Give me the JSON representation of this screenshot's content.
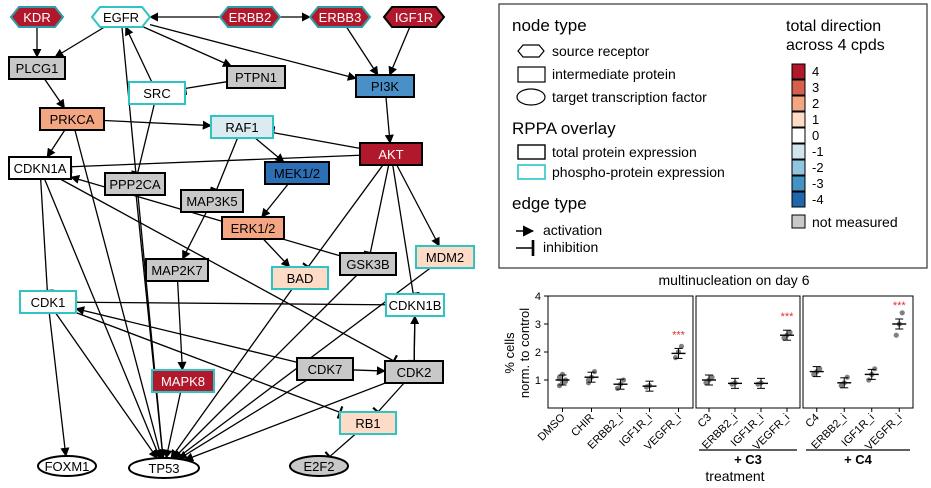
{
  "network": {
    "nodes": [
      {
        "id": "KDR",
        "label": "KDR",
        "shape": "hex",
        "fill": "#b2182b",
        "text": "#ffffff",
        "border": "#2b9ea8"
      },
      {
        "id": "EGFR",
        "label": "EGFR",
        "shape": "hex",
        "fill": "#ffffff",
        "text": "#000000",
        "border": "#2ec4c4"
      },
      {
        "id": "ERBB2",
        "label": "ERBB2",
        "shape": "hex",
        "fill": "#b2182b",
        "text": "#ffffff",
        "border": "#2b9ea8"
      },
      {
        "id": "ERBB3",
        "label": "ERBB3",
        "shape": "hex",
        "fill": "#b2182b",
        "text": "#ffffff",
        "border": "#2b9ea8"
      },
      {
        "id": "IGF1R",
        "label": "IGF1R",
        "shape": "hex",
        "fill": "#b2182b",
        "text": "#ffffff",
        "border": "#000000"
      },
      {
        "id": "PLCG1",
        "label": "PLCG1",
        "shape": "rect",
        "fill": "#c8c8c8",
        "text": "#000000",
        "border": "#000000"
      },
      {
        "id": "PTPN1",
        "label": "PTPN1",
        "shape": "rect",
        "fill": "#c8c8c8",
        "text": "#000000",
        "border": "#000000"
      },
      {
        "id": "PI3K",
        "label": "PI3K",
        "shape": "rect",
        "fill": "#4a90c8",
        "text": "#000000",
        "border": "#000000"
      },
      {
        "id": "SRC",
        "label": "SRC",
        "shape": "rect",
        "fill": "#ffffff",
        "text": "#000000",
        "border": "#2ec4c4"
      },
      {
        "id": "PRKCA",
        "label": "PRKCA",
        "shape": "rect",
        "fill": "#f4a582",
        "text": "#000000",
        "border": "#000000"
      },
      {
        "id": "RAF1",
        "label": "RAF1",
        "shape": "rect",
        "fill": "#dceaf2",
        "text": "#000000",
        "border": "#2ec4c4"
      },
      {
        "id": "AKT",
        "label": "AKT",
        "shape": "rect",
        "fill": "#b2182b",
        "text": "#ffffff",
        "border": "#000000"
      },
      {
        "id": "CDKN1A",
        "label": "CDKN1A",
        "shape": "rect",
        "fill": "#ffffff",
        "text": "#000000",
        "border": "#000000"
      },
      {
        "id": "PPP2CA",
        "label": "PPP2CA",
        "shape": "rect",
        "fill": "#c8c8c8",
        "text": "#000000",
        "border": "#000000"
      },
      {
        "id": "MEK12",
        "label": "MEK1/2",
        "shape": "rect",
        "fill": "#2c6fb5",
        "text": "#000000",
        "border": "#000000"
      },
      {
        "id": "MAP3K5",
        "label": "MAP3K5",
        "shape": "rect",
        "fill": "#c8c8c8",
        "text": "#000000",
        "border": "#000000"
      },
      {
        "id": "ERK12",
        "label": "ERK1/2",
        "shape": "rect",
        "fill": "#f4a582",
        "text": "#000000",
        "border": "#000000"
      },
      {
        "id": "MAP2K7",
        "label": "MAP2K7",
        "shape": "rect",
        "fill": "#c8c8c8",
        "text": "#000000",
        "border": "#000000"
      },
      {
        "id": "BAD",
        "label": "BAD",
        "shape": "rect",
        "fill": "#fddbc7",
        "text": "#000000",
        "border": "#2ec4c4"
      },
      {
        "id": "GSK3B",
        "label": "GSK3B",
        "shape": "rect",
        "fill": "#c8c8c8",
        "text": "#000000",
        "border": "#000000"
      },
      {
        "id": "MDM2",
        "label": "MDM2",
        "shape": "rect",
        "fill": "#fddbc7",
        "text": "#000000",
        "border": "#2ec4c4"
      },
      {
        "id": "CDK1",
        "label": "CDK1",
        "shape": "rect",
        "fill": "#ffffff",
        "text": "#000000",
        "border": "#2ec4c4"
      },
      {
        "id": "CDKN1B",
        "label": "CDKN1B",
        "shape": "rect",
        "fill": "#ffffff",
        "text": "#000000",
        "border": "#2ec4c4"
      },
      {
        "id": "CDK7",
        "label": "CDK7",
        "shape": "rect",
        "fill": "#c8c8c8",
        "text": "#000000",
        "border": "#000000"
      },
      {
        "id": "CDK2",
        "label": "CDK2",
        "shape": "rect",
        "fill": "#c8c8c8",
        "text": "#000000",
        "border": "#000000"
      },
      {
        "id": "MAPK8",
        "label": "MAPK8",
        "shape": "rect",
        "fill": "#b2182b",
        "text": "#ffffff",
        "border": "#2ec4c4"
      },
      {
        "id": "RB1",
        "label": "RB1",
        "shape": "rect",
        "fill": "#fddbc7",
        "text": "#000000",
        "border": "#2ec4c4"
      },
      {
        "id": "FOXM1",
        "label": "FOXM1",
        "shape": "ellipse",
        "fill": "#ffffff",
        "text": "#000000",
        "border": "#000000"
      },
      {
        "id": "TP53",
        "label": "TP53",
        "shape": "ellipse",
        "fill": "#ffffff",
        "text": "#000000",
        "border": "#000000"
      },
      {
        "id": "E2F2",
        "label": "E2F2",
        "shape": "ellipse",
        "fill": "#c8c8c8",
        "text": "#000000",
        "border": "#000000"
      }
    ],
    "edges": [
      {
        "from": "KDR",
        "to": "PLCG1",
        "type": "activation"
      },
      {
        "from": "ERBB2",
        "to": "EGFR",
        "type": "activation"
      },
      {
        "from": "ERBB2",
        "to": "ERBB3",
        "type": "activation"
      },
      {
        "from": "EGFR",
        "to": "PLCG1",
        "type": "activation"
      },
      {
        "from": "EGFR",
        "to": "PTPN1",
        "type": "activation"
      },
      {
        "from": "EGFR",
        "to": "PI3K",
        "type": "activation"
      },
      {
        "from": "ERBB3",
        "to": "PI3K",
        "type": "activation"
      },
      {
        "from": "IGF1R",
        "to": "PI3K",
        "type": "activation"
      },
      {
        "from": "PLCG1",
        "to": "PRKCA",
        "type": "activation"
      },
      {
        "from": "SRC",
        "to": "EGFR",
        "type": "activation"
      },
      {
        "from": "PTPN1",
        "to": "SRC",
        "type": "inhibition"
      },
      {
        "from": "PI3K",
        "to": "AKT",
        "type": "activation"
      },
      {
        "from": "PRKCA",
        "to": "RAF1",
        "type": "activation"
      },
      {
        "from": "PRKCA",
        "to": "TP53",
        "type": "activation"
      },
      {
        "from": "PRKCA",
        "to": "CDKN1A",
        "type": "activation"
      },
      {
        "from": "SRC",
        "to": "PPP2CA",
        "type": "inhibition"
      },
      {
        "from": "AKT",
        "to": "RAF1",
        "type": "inhibition"
      },
      {
        "from": "RAF1",
        "to": "MEK12",
        "type": "activation"
      },
      {
        "from": "RAF1",
        "to": "MAP3K5",
        "type": "inhibition"
      },
      {
        "from": "MEK12",
        "to": "ERK12",
        "type": "activation"
      },
      {
        "from": "MAP3K5",
        "to": "MAP2K7",
        "type": "activation"
      },
      {
        "from": "ERK12",
        "to": "BAD",
        "type": "activation"
      },
      {
        "from": "AKT",
        "to": "BAD",
        "type": "inhibition"
      },
      {
        "from": "AKT",
        "to": "GSK3B",
        "type": "inhibition"
      },
      {
        "from": "AKT",
        "to": "MDM2",
        "type": "activation"
      },
      {
        "from": "AKT",
        "to": "CDKN1B",
        "type": "inhibition"
      },
      {
        "from": "AKT",
        "to": "CDKN1A",
        "type": "inhibition"
      },
      {
        "from": "MAP2K7",
        "to": "MAPK8",
        "type": "activation"
      },
      {
        "from": "CDKN1A",
        "to": "CDK1",
        "type": "inhibition"
      },
      {
        "from": "CDKN1A",
        "to": "CDK2",
        "type": "inhibition"
      },
      {
        "from": "CDKN1A",
        "to": "TP53",
        "type": "activation"
      },
      {
        "from": "CDKN1B",
        "to": "CDK1",
        "type": "inhibition"
      },
      {
        "from": "CDKN1B",
        "to": "CDK2",
        "type": "inhibition"
      },
      {
        "from": "CDK7",
        "to": "CDK1",
        "type": "activation"
      },
      {
        "from": "CDK7",
        "to": "CDK2",
        "type": "activation"
      },
      {
        "from": "CDK2",
        "to": "RB1",
        "type": "inhibition"
      },
      {
        "from": "CDK2",
        "to": "CDKN1B",
        "type": "activation"
      },
      {
        "from": "CDK1",
        "to": "RB1",
        "type": "inhibition"
      },
      {
        "from": "CDK1",
        "to": "FOXM1",
        "type": "activation"
      },
      {
        "from": "CDK1",
        "to": "TP53",
        "type": "activation"
      },
      {
        "from": "RB1",
        "to": "E2F2",
        "type": "inhibition"
      },
      {
        "from": "MDM2",
        "to": "TP53",
        "type": "inhibition"
      },
      {
        "from": "MAPK8",
        "to": "TP53",
        "type": "activation"
      },
      {
        "from": "GSK3B",
        "to": "TP53",
        "type": "activation"
      },
      {
        "from": "BAD",
        "to": "TP53",
        "type": "activation"
      },
      {
        "from": "PPP2CA",
        "to": "TP53",
        "type": "activation"
      },
      {
        "from": "EGFR",
        "to": "TP53",
        "type": "activation"
      },
      {
        "from": "CDK2",
        "to": "TP53",
        "type": "activation"
      },
      {
        "from": "CDK7",
        "to": "TP53",
        "type": "activation"
      },
      {
        "from": "GSK3B",
        "to": "CDKN1A",
        "type": "activation"
      }
    ]
  },
  "legend": {
    "node_type_title": "node type",
    "node_types": [
      "source receptor",
      "intermediate protein",
      "target transcription factor"
    ],
    "rppa_title": "RPPA overlay",
    "rppa_items": [
      "total protein expression",
      "phospho-protein expression"
    ],
    "edge_type_title": "edge type",
    "edge_types": [
      "activation",
      "inhibition"
    ],
    "direction_title_1": "total direction",
    "direction_title_2": "across 4 cpds",
    "scale": [
      {
        "label": "4",
        "color": "#b2182b"
      },
      {
        "label": "3",
        "color": "#d6604d"
      },
      {
        "label": "2",
        "color": "#f4a582"
      },
      {
        "label": "1",
        "color": "#fddbc7"
      },
      {
        "label": "0",
        "color": "#ffffff"
      },
      {
        "label": "-1",
        "color": "#d1e5f0"
      },
      {
        "label": "-2",
        "color": "#92c5de"
      },
      {
        "label": "-3",
        "color": "#4393c3"
      },
      {
        "label": "-4",
        "color": "#2166ac"
      }
    ],
    "not_measured_label": "not measured",
    "not_measured_color": "#c8c8c8"
  },
  "chart_data": {
    "type": "scatter",
    "title": "multinucleation on day 6",
    "ylabel_1": "% cells",
    "ylabel_2": "norm. to control",
    "xlabel": "treatment",
    "ylim": [
      0,
      4
    ],
    "yticks": [
      "1",
      "2",
      "3",
      "4"
    ],
    "panels": [
      {
        "group_label": "",
        "categories": [
          {
            "name": "DMSO",
            "mean": 1.0,
            "points": [
              0.8,
              0.9,
              1.0,
              1.1,
              1.2,
              0.95,
              1.05
            ],
            "sig": ""
          },
          {
            "name": "CHIR",
            "mean": 1.1,
            "points": [
              0.9,
              1.1,
              1.3,
              1.0
            ],
            "sig": ""
          },
          {
            "name": "ERBB2_i",
            "mean": 0.85,
            "points": [
              0.7,
              0.85,
              1.0
            ],
            "sig": ""
          },
          {
            "name": "IGF1R_i",
            "mean": 0.78,
            "points": [
              0.75,
              0.8
            ],
            "sig": ""
          },
          {
            "name": "VEGFR_i",
            "mean": 1.95,
            "points": [
              1.8,
              2.0,
              2.2
            ],
            "sig": "***"
          }
        ]
      },
      {
        "group_label": "+ C3",
        "categories": [
          {
            "name": "C3",
            "mean": 1.0,
            "points": [
              0.9,
              1.0,
              1.1
            ],
            "sig": ""
          },
          {
            "name": "ERBB2_i",
            "mean": 0.88,
            "points": [
              0.85,
              0.9
            ],
            "sig": ""
          },
          {
            "name": "IGF1R_i",
            "mean": 0.88,
            "points": [
              0.85,
              0.9
            ],
            "sig": ""
          },
          {
            "name": "VEGFR_i",
            "mean": 2.6,
            "points": [
              2.5,
              2.6,
              2.7
            ],
            "sig": "***"
          }
        ]
      },
      {
        "group_label": "+ C4",
        "categories": [
          {
            "name": "C4",
            "mean": 1.3,
            "points": [
              1.2,
              1.3,
              1.4
            ],
            "sig": ""
          },
          {
            "name": "ERBB2_i",
            "mean": 0.9,
            "points": [
              0.8,
              0.9,
              1.1
            ],
            "sig": ""
          },
          {
            "name": "IGF1R_i",
            "mean": 1.2,
            "points": [
              1.0,
              1.2,
              1.4
            ],
            "sig": ""
          },
          {
            "name": "VEGFR_i",
            "mean": 3.0,
            "points": [
              2.6,
              3.0,
              3.4
            ],
            "sig": "***"
          }
        ]
      }
    ]
  }
}
